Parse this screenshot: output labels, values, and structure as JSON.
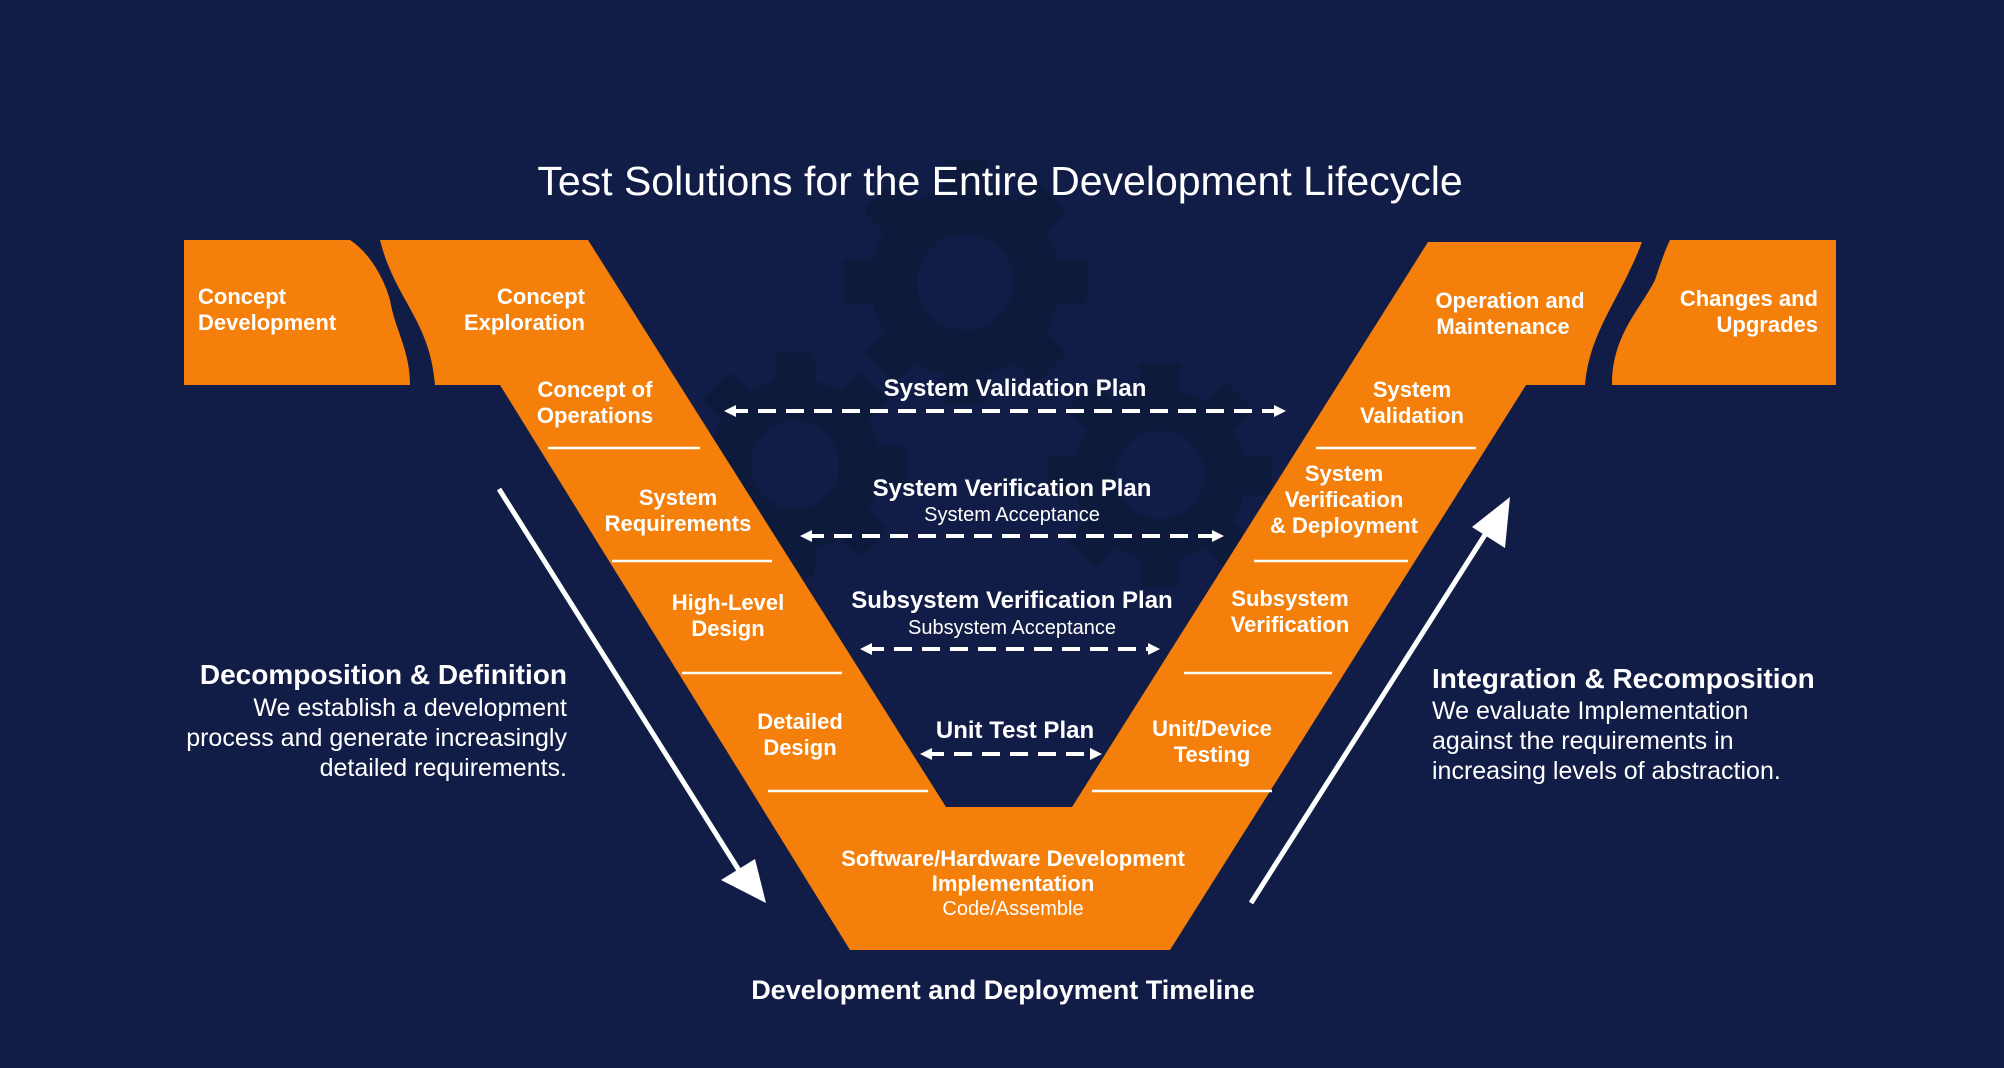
{
  "title": "Test Solutions for the Entire Development Lifecycle",
  "timeline_label": "Development and Deployment Timeline",
  "colors": {
    "background": "#121d47",
    "accent": "#f47f0a",
    "gear": "#0e1a3c",
    "text": "#ffffff"
  },
  "left_stages": {
    "concept_development": [
      "Concept",
      "Development"
    ],
    "concept_exploration": [
      "Concept",
      "Exploration"
    ],
    "concept_of_operations": [
      "Concept of",
      "Operations"
    ],
    "system_requirements": [
      "System",
      "Requirements"
    ],
    "high_level_design": [
      "High-Level",
      "Design"
    ],
    "detailed_design": [
      "Detailed",
      "Design"
    ]
  },
  "bottom_stage": {
    "line1": "Software/Hardware Development",
    "line2": "Implementation",
    "line3": "Code/Assemble"
  },
  "right_stages": {
    "operation_and_maintenance": [
      "Operation and",
      "Maintenance"
    ],
    "changes_and_upgrades": [
      "Changes and",
      "Upgrades"
    ],
    "system_validation": [
      "System",
      "Validation"
    ],
    "system_verification_deployment": [
      "System",
      "Verification",
      "& Deployment"
    ],
    "subsystem_verification": [
      "Subsystem",
      "Verification"
    ],
    "unit_device_testing": [
      "Unit/Device",
      "Testing"
    ]
  },
  "plans": {
    "system_validation": {
      "title": "System Validation Plan"
    },
    "system_verification": {
      "title": "System Verification Plan",
      "subtitle": "System Acceptance"
    },
    "subsystem_verification": {
      "title": "Subsystem Verification Plan",
      "subtitle": "Subsystem Acceptance"
    },
    "unit_test": {
      "title": "Unit Test Plan"
    }
  },
  "left_side": {
    "heading": "Decomposition & Definition",
    "body": [
      "We establish a development",
      "process and generate increasingly",
      "detailed requirements."
    ]
  },
  "right_side": {
    "heading": "Integration & Recomposition",
    "body": [
      "We evaluate Implementation",
      "against the requirements in",
      "increasing levels of abstraction."
    ]
  },
  "icons": [
    "gear-icon",
    "arrow-down-right-icon",
    "arrow-up-right-icon",
    "double-arrow-icon"
  ]
}
